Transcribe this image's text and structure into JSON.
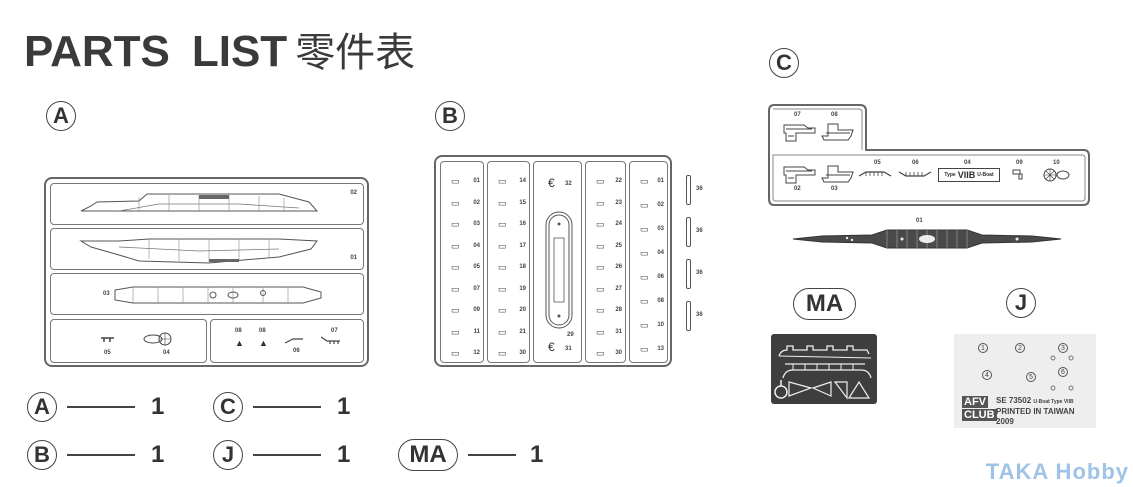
{
  "header": {
    "title_part1": "PARTS",
    "title_part2": "LIST",
    "title_cn": "零件表"
  },
  "sprues": {
    "A": {
      "label": "A",
      "part_numbers": [
        "02",
        "01",
        "03",
        "05",
        "04",
        "08",
        "08",
        "06",
        "07"
      ]
    },
    "B": {
      "label": "B",
      "col1": [
        "01",
        "02",
        "03",
        "04",
        "05",
        "07",
        "09",
        "11",
        "12"
      ],
      "col2": [
        "14",
        "15",
        "16",
        "17",
        "18",
        "19",
        "20",
        "21",
        "30"
      ],
      "col3": [
        "32",
        "29",
        "31"
      ],
      "col4": [
        "22",
        "23",
        "24",
        "25",
        "26",
        "27",
        "28",
        "31",
        "30"
      ],
      "col5": [
        "01",
        "02",
        "03",
        "04",
        "06",
        "08",
        "10",
        "13"
      ],
      "loose": [
        "36",
        "36",
        "36",
        "36"
      ]
    },
    "C": {
      "label": "C",
      "top_parts": [
        "07",
        "08"
      ],
      "bottom_parts": [
        "02",
        "03",
        "05",
        "06",
        "04",
        "09",
        "10"
      ],
      "nameplate_text_type": "Type",
      "nameplate_text_model": "VIIB",
      "nameplate_text_suffix": "U-Boat",
      "deck_part": "01"
    },
    "MA": {
      "label": "MA"
    },
    "J": {
      "label": "J",
      "decal_numbers": [
        "1",
        "2",
        "3",
        "4",
        "5",
        "6"
      ],
      "brand_top": "AFV",
      "brand_bottom": "CLUB",
      "code": "SE 73502",
      "code_desc": "U-Boat Type VIIB",
      "printed": "PRINTED IN TAIWAN",
      "year": "2009"
    }
  },
  "quantities": [
    {
      "label": "A",
      "qty": "1",
      "shape": "circle"
    },
    {
      "label": "C",
      "qty": "1",
      "shape": "circle"
    },
    {
      "label": "B",
      "qty": "1",
      "shape": "circle"
    },
    {
      "label": "J",
      "qty": "1",
      "shape": "circle"
    },
    {
      "label": "MA",
      "qty": "1",
      "shape": "pill"
    }
  ],
  "watermark": "TAKA Hobby",
  "colors": {
    "ink": "#333333",
    "watermark": "#9fc3e6",
    "photoetch": "#3e3e3e",
    "decal_sheet": "#eeeeee"
  }
}
